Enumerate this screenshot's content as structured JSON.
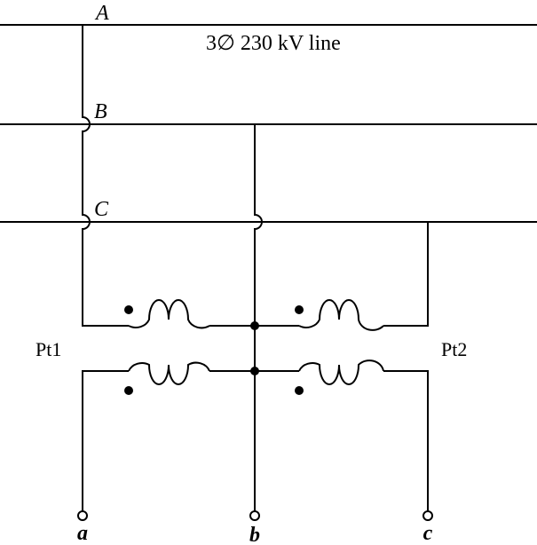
{
  "line_title": "3∅ 230 kV line",
  "phases": [
    "A",
    "B",
    "C"
  ],
  "transformers": [
    "Pt1",
    "Pt2"
  ],
  "terminals": [
    "a",
    "b",
    "c"
  ]
}
